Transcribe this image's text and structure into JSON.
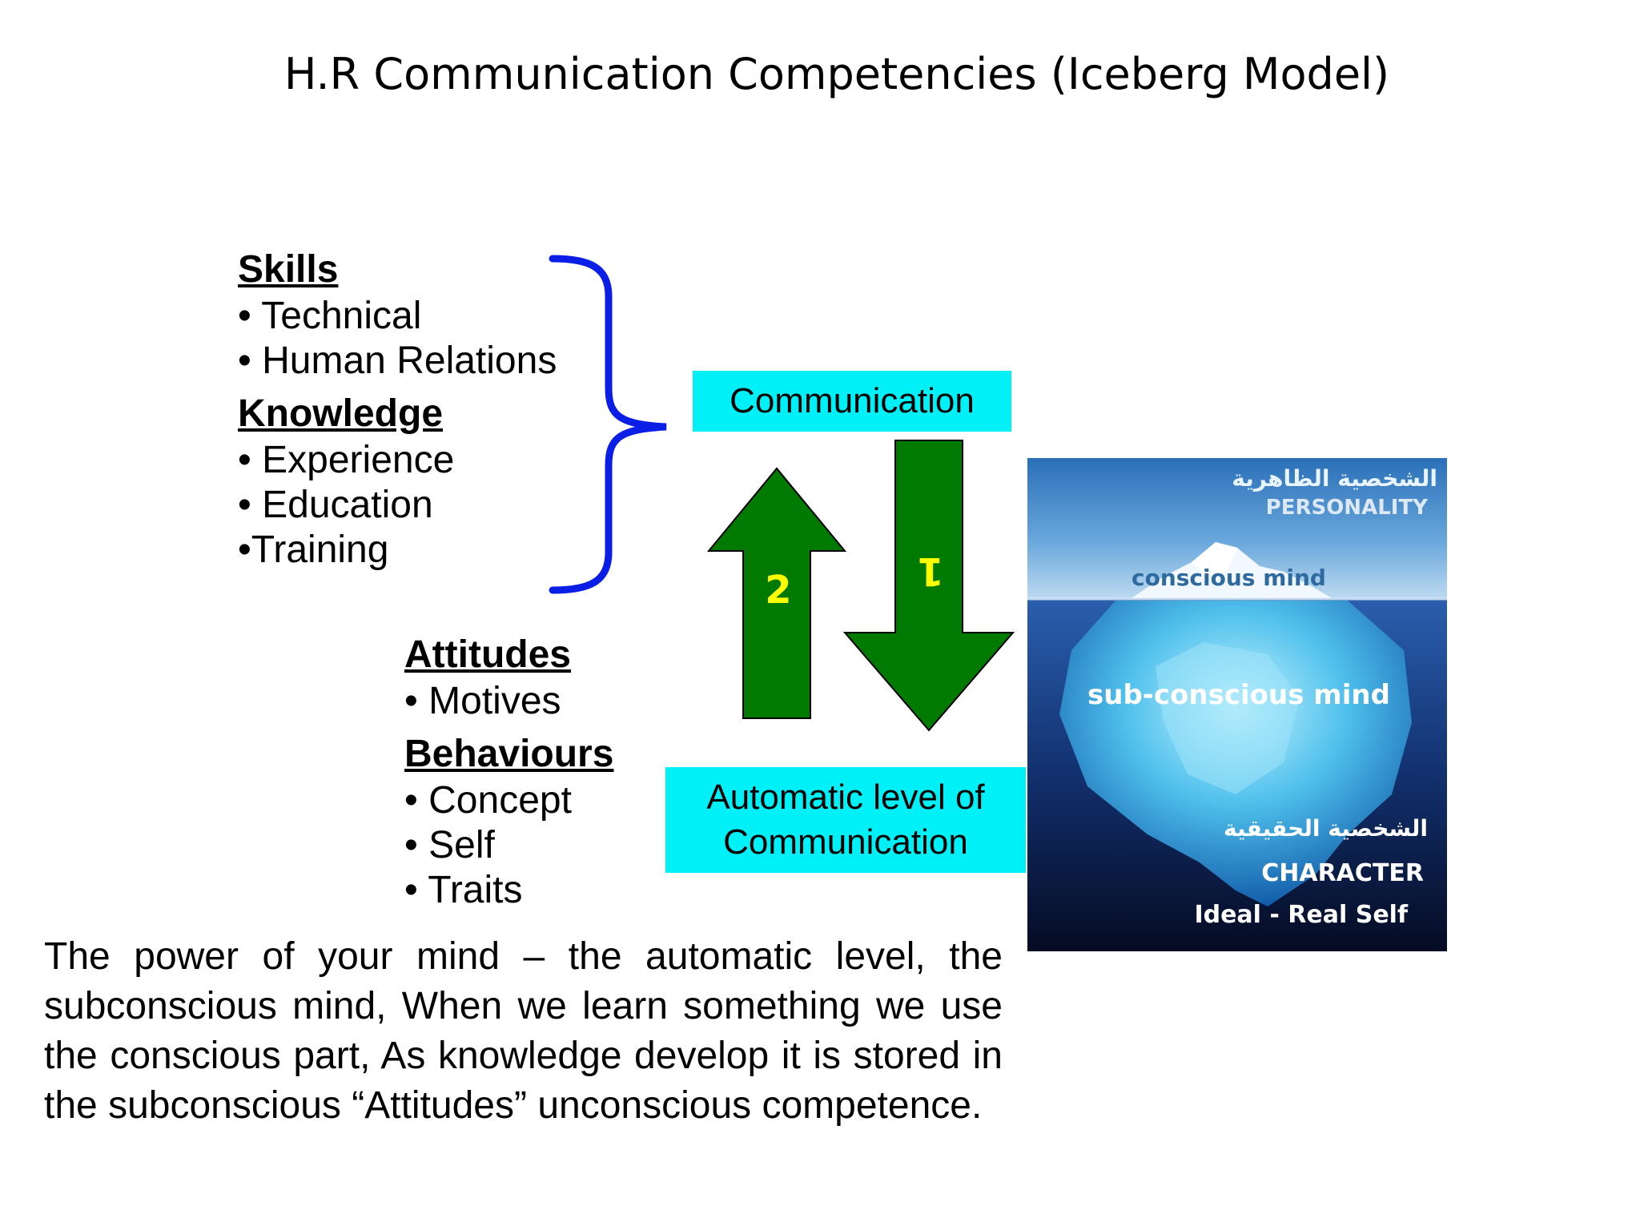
{
  "title": "H.R Communication Competencies (Iceberg Model)",
  "skills": {
    "heading": "Skills",
    "items": [
      "• Technical",
      "• Human Relations"
    ]
  },
  "knowledge": {
    "heading": "Knowledge",
    "items": [
      "• Experience",
      "• Education",
      "•Training"
    ]
  },
  "attitudes": {
    "heading": "Attitudes",
    "items": [
      "• Motives"
    ]
  },
  "behaviours": {
    "heading": "Behaviours",
    "items": [
      "• Concept",
      "• Self",
      "• Traits"
    ]
  },
  "boxes": {
    "communication": "Communication",
    "automatic_line1": "Automatic level of",
    "automatic_line2": "Communication"
  },
  "arrows": {
    "up_label": "2",
    "down_label": "1"
  },
  "iceberg": {
    "arabic_top": "الشخصية الظاهرية",
    "personality": "PERSONALITY",
    "conscious": "conscious mind",
    "subconscious": "sub-conscious mind",
    "arabic_bottom": "الشخصية الحقيقية",
    "character": "CHARACTER",
    "ideal_real": "Ideal - Real Self"
  },
  "paragraph": "The power of your mind – the automatic level, the subconscious mind, When we learn something we use the conscious part, As knowledge develop it is stored in the subconscious “Attitudes” unconscious competence.",
  "colors": {
    "box_fill": "#00f0f8",
    "arrow_fill": "#007a00",
    "brace": "#0a1ee6",
    "arrow_label": "#ffff00"
  }
}
